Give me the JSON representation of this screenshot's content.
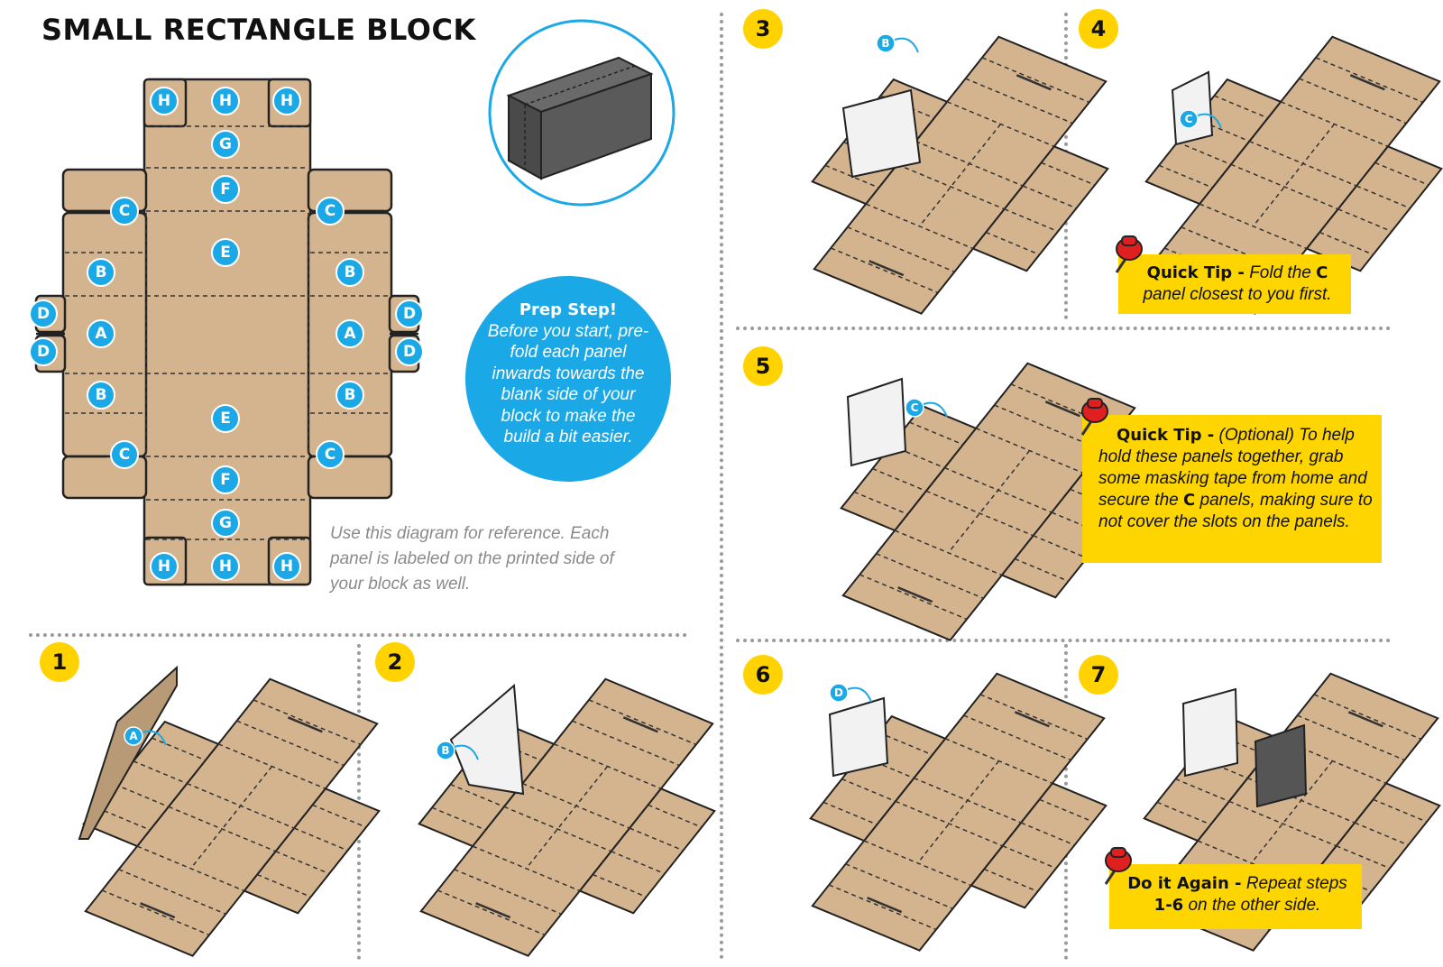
{
  "title": "SMALL RECTANGLE BLOCK",
  "prep_step": {
    "heading": "Prep Step!",
    "body": "Before you start, pre-fold each panel inwards towards the blank side of your block to make the build a bit easier."
  },
  "reference_note": "Use this diagram for reference. Each panel is labeled on the printed side of your block as well.",
  "net_labels": {
    "H": "H",
    "G": "G",
    "F": "F",
    "E": "E",
    "C": "C",
    "B": "B",
    "A": "A",
    "D": "D"
  },
  "steps": [
    {
      "number": "1",
      "label": "A"
    },
    {
      "number": "2",
      "label": "B"
    },
    {
      "number": "3",
      "label": "B"
    },
    {
      "number": "4",
      "label": "C"
    },
    {
      "number": "5",
      "label": "C"
    },
    {
      "number": "6",
      "label": "D"
    },
    {
      "number": "7",
      "label": ""
    }
  ],
  "tips": {
    "tip4": {
      "heading": "Quick Tip -",
      "text_before": "Fold the",
      "bold": "C",
      "text_after": "panel closest to you first."
    },
    "tip5": {
      "heading": "Quick Tip -",
      "text_before": "(Optional) To help hold these panels together, grab some masking tape from home and secure the",
      "bold": "C",
      "text_after": "panels, making sure to not cover the slots on the panels."
    },
    "tip7": {
      "heading": "Do it Again -",
      "text_before": "Repeat steps",
      "bold": "1-6",
      "text_after": "on the other side."
    }
  },
  "colors": {
    "cardboard": "#d4b48e",
    "outline": "#222222",
    "label_blue": "#1aa8e6",
    "step_yellow": "#ffd200",
    "tip_yellow": "#ffd500",
    "block_gray": "#555555",
    "pin_red": "#e02020"
  },
  "icons": [
    "pushpin-icon",
    "fold-arrow-icon"
  ]
}
